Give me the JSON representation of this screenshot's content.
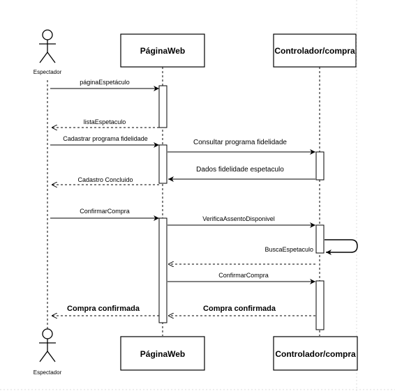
{
  "actors": [
    {
      "id": "espectador",
      "label": "Espectador"
    },
    {
      "id": "paginaweb",
      "label": "PáginaWeb"
    },
    {
      "id": "controlador",
      "label": "Controlador/compra"
    }
  ],
  "messages": [
    {
      "id": "m1",
      "label": "páginaEspetáculo",
      "style": "solid",
      "bold": false
    },
    {
      "id": "m2",
      "label": "listaEspetaculo",
      "style": "dashed",
      "bold": false
    },
    {
      "id": "m3",
      "label": "Cadastrar programa fidelidade",
      "style": "solid",
      "bold": false
    },
    {
      "id": "m4",
      "label": "Consultar programa fidelidade",
      "style": "solid",
      "bold": false
    },
    {
      "id": "m5",
      "label": "Dados fidelidade espetaculo",
      "style": "solid",
      "bold": false
    },
    {
      "id": "m6",
      "label": "Cadastro Concluido",
      "style": "dashed",
      "bold": false
    },
    {
      "id": "m7",
      "label": "ConfirmarCompra",
      "style": "solid",
      "bold": false
    },
    {
      "id": "m8",
      "label": "VerificaAssentoDisponivel",
      "style": "solid",
      "bold": false
    },
    {
      "id": "m9",
      "label": "BuscaEspetaculo",
      "style": "solid",
      "bold": false
    },
    {
      "id": "m10",
      "label": "",
      "style": "dashed",
      "bold": false
    },
    {
      "id": "m11",
      "label": "ConfirmarCompra",
      "style": "solid",
      "bold": false
    },
    {
      "id": "m12",
      "label": "Compra confirmada",
      "style": "dashed",
      "bold": true
    },
    {
      "id": "m13",
      "label": "Compra confirmada",
      "style": "dashed",
      "bold": true
    }
  ]
}
